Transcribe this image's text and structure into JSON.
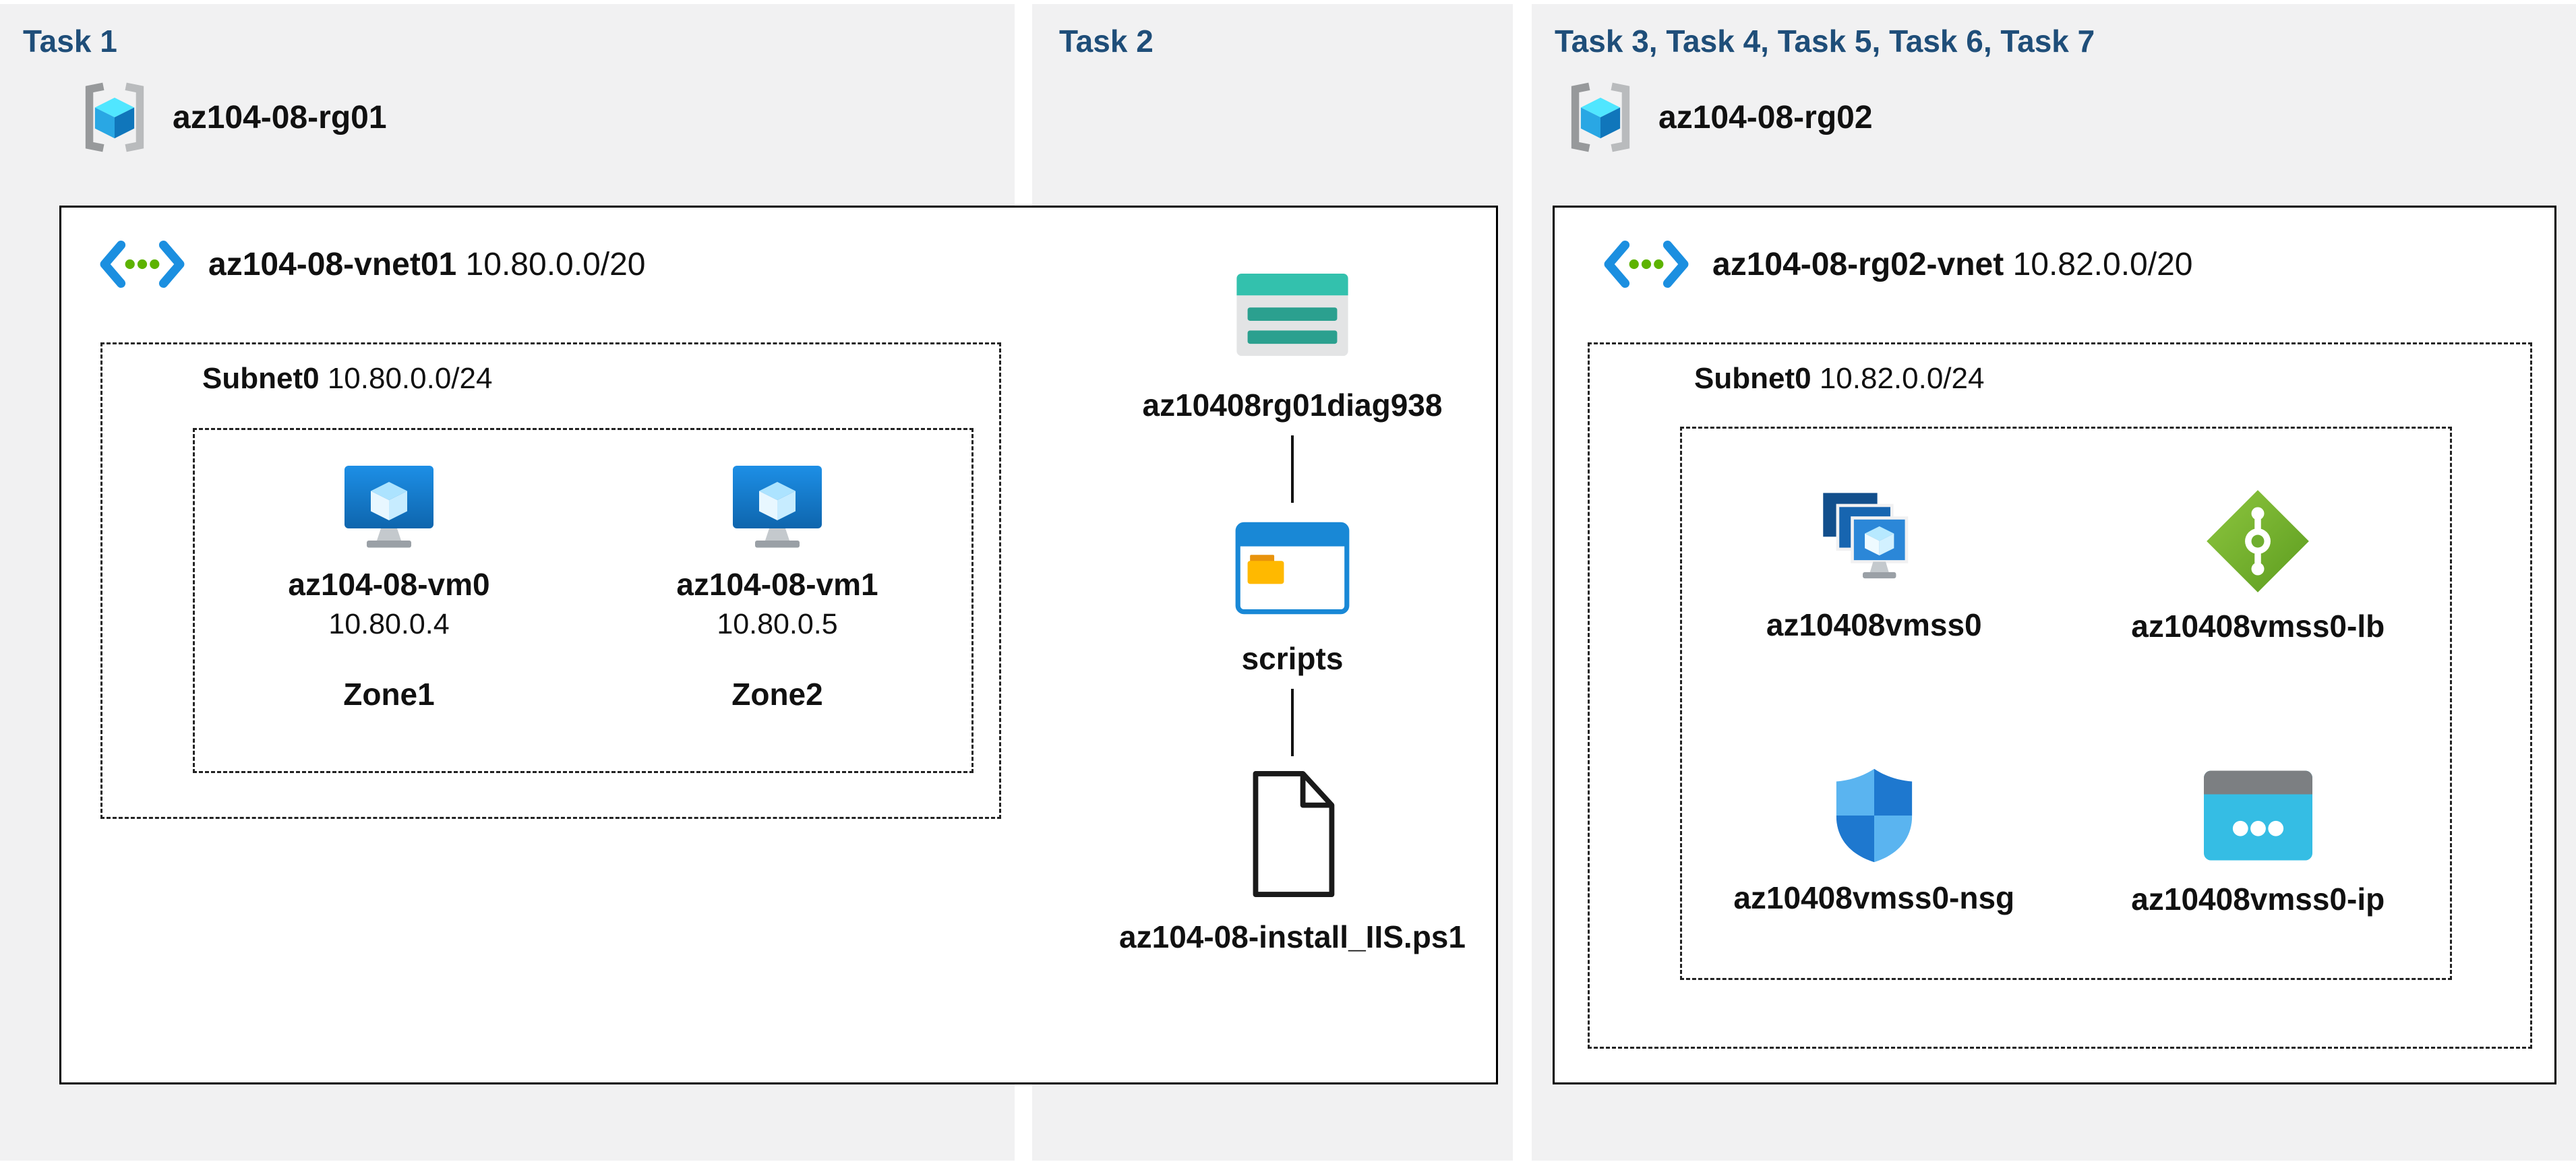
{
  "colors": {
    "title_text": "#1f4e79",
    "panel_bg": "#f1f1f2"
  },
  "task1": {
    "title": "Task 1",
    "resource_group": "az104-08-rg01",
    "vnet_name": "az104-08-vnet01",
    "vnet_cidr": "10.80.0.0/20",
    "subnet_name": "Subnet0",
    "subnet_cidr": "10.80.0.0/24",
    "vm0": {
      "name": "az104-08-vm0",
      "ip": "10.80.0.4",
      "zone": "Zone1"
    },
    "vm1": {
      "name": "az104-08-vm1",
      "ip": "10.80.0.5",
      "zone": "Zone2"
    }
  },
  "task2": {
    "title": "Task 2",
    "storage_account": "az10408rg01diag938",
    "container": "scripts",
    "script_file": "az104-08-install_IIS.ps1"
  },
  "task3": {
    "title": "Task 3, Task 4, Task 5, Task 6, Task 7",
    "resource_group": "az104-08-rg02",
    "vnet_name": "az104-08-rg02-vnet",
    "vnet_cidr": "10.82.0.0/20",
    "subnet_name": "Subnet0",
    "subnet_cidr": "10.82.0.0/24",
    "vmss": "az10408vmss0",
    "load_balancer": "az10408vmss0-lb",
    "nsg": "az10408vmss0-nsg",
    "public_ip": "az10408vmss0-ip"
  }
}
